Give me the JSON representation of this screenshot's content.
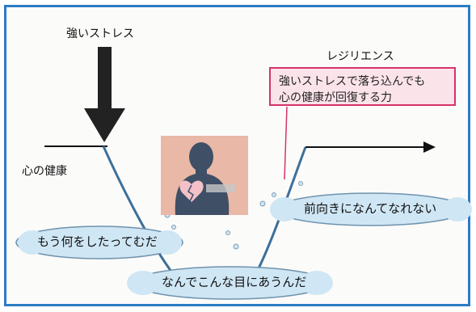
{
  "labels": {
    "stress": "強いストレス",
    "health": "心の健康",
    "resilience": "レジリエンス"
  },
  "callout": {
    "line1": "強いストレスで落ち込んでも",
    "line2": "心の健康が回復する力"
  },
  "clouds": {
    "left": "もう何をしたってむだ",
    "bottom": "なんでこんな目にあうんだ",
    "right": "前向きになんてなれない"
  },
  "colors": {
    "frame_border": "#2c7bc4",
    "callout_border": "#d6336c",
    "callout_fill": "#fbe3ea",
    "cloud_fill": "#cfe6f4",
    "curve": "#3d6f9a",
    "photo_bg": "#e9b8a6",
    "heart": "#f3c1c7"
  },
  "icons": {
    "stress_arrow": "down-arrow-icon",
    "health_arrow": "right-arrow-icon",
    "photo": "person-broken-heart-icon"
  }
}
